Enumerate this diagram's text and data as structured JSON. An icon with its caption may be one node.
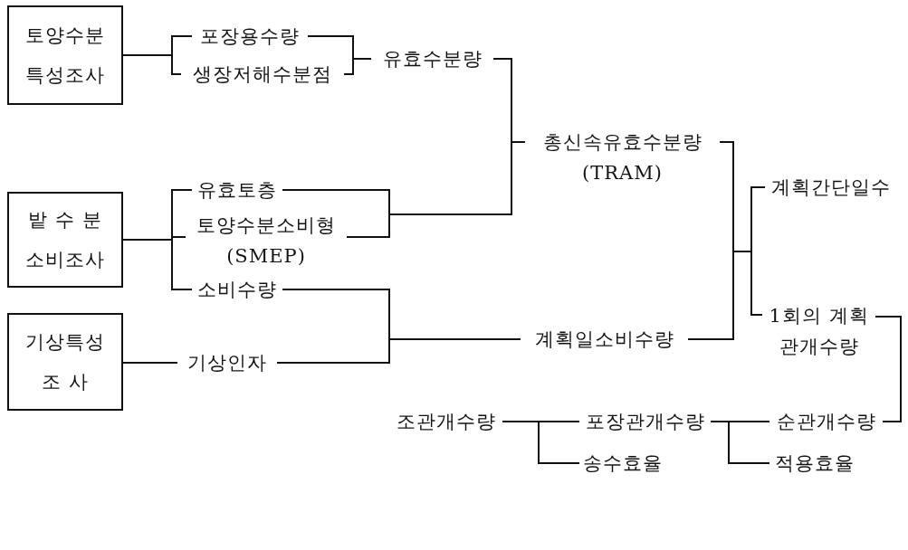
{
  "diagram": {
    "nodes": [
      {
        "text": [
          "토양수분 특성조사"
        ]
      },
      {
        "text": [
          "포장용수량"
        ]
      },
      {
        "text": [
          "생장저해수분점"
        ]
      },
      {
        "text": [
          "유효수분량"
        ]
      },
      {
        "text": [
          "밭 수 분 소비조사"
        ]
      },
      {
        "text": [
          "유효토층"
        ]
      },
      {
        "text": [
          "토양수분소비형 (SMEP)"
        ]
      },
      {
        "text": [
          "소비수량"
        ]
      },
      {
        "text": [
          "기상특성 조 사"
        ]
      },
      {
        "text": [
          "기상인자"
        ]
      },
      {
        "text": [
          "총신속유효수분량 (TRAM)"
        ]
      },
      {
        "text": [
          "계획일소비수량"
        ]
      },
      {
        "text": [
          "계획간단일수"
        ]
      },
      {
        "text": [
          "1회의 계획 관개수량"
        ]
      },
      {
        "text": [
          "조관개수량"
        ]
      },
      {
        "text": [
          "포장관개수량"
        ]
      },
      {
        "text": [
          "송수효율"
        ]
      },
      {
        "text": [
          "순관개수량"
        ]
      },
      {
        "text": [
          "적용효율"
        ]
      }
    ],
    "edges": [
      {
        "from": 0,
        "to": 1,
        "arrow": "none"
      },
      {
        "from": 0,
        "to": 2,
        "arrow": "none"
      },
      {
        "from": 1,
        "to": 3,
        "arrow": "none"
      },
      {
        "from": 2,
        "to": 3,
        "arrow": "none"
      },
      {
        "from": 4,
        "to": 5,
        "arrow": "none"
      },
      {
        "from": 4,
        "to": 6,
        "arrow": "none"
      },
      {
        "from": 4,
        "to": 7,
        "arrow": "none"
      },
      {
        "from": 3,
        "to": 10,
        "arrow": "none"
      },
      {
        "from": 5,
        "to": 10,
        "arrow": "none"
      },
      {
        "from": 6,
        "to": 10,
        "arrow": "none"
      },
      {
        "from": 7,
        "to": 11,
        "arrow": "none"
      },
      {
        "from": 8,
        "to": 9,
        "arrow": "none"
      },
      {
        "from": 9,
        "to": 11,
        "arrow": "none"
      },
      {
        "from": 10,
        "to": 12,
        "arrow": "none"
      },
      {
        "from": 10,
        "to": 13,
        "arrow": "none"
      },
      {
        "from": 11,
        "to": 12,
        "arrow": "none"
      },
      {
        "from": 11,
        "to": 13,
        "arrow": "none"
      },
      {
        "from": 13,
        "to": 17,
        "arrow": "none"
      },
      {
        "from": 17,
        "to": 15,
        "arrow": "none"
      },
      {
        "from": 18,
        "to": 15,
        "arrow": "none"
      },
      {
        "from": 15,
        "to": 14,
        "arrow": "none"
      },
      {
        "from": 16,
        "to": 14,
        "arrow": "none"
      }
    ]
  }
}
